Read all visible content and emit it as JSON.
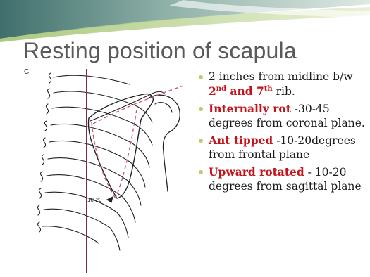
{
  "slide": {
    "title": "Resting position of scapula",
    "accent_color": "#b5cf6a",
    "emphasis_color": "#c3141b"
  },
  "figure": {
    "panel_letter": "C",
    "angle_label": "10-20"
  },
  "bullets": [
    {
      "text_a": "2 inches from midline b/w ",
      "em_1": "2",
      "em_1_sup": "nd",
      "em_2": " and 7",
      "em_2_sup": "th",
      "text_b": " rib."
    },
    {
      "em": "Internally rot",
      "text": " -30-45 degrees from coronal plane."
    },
    {
      "em": "Ant tipped",
      "text": " -10-20degrees from frontal plane"
    },
    {
      "em": "Upward rotated",
      "text": " - 10-20 degrees from sagittal plane"
    }
  ]
}
